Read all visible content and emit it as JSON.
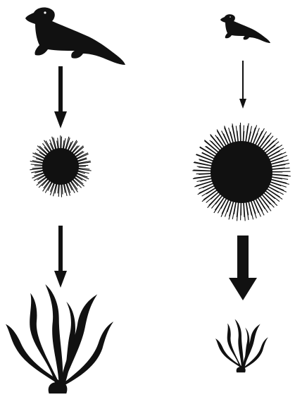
{
  "diagram": {
    "ink_color": "#111111",
    "background": "#ffffff",
    "chains": [
      {
        "side": "left",
        "levels": [
          {
            "organism": "sea-otter",
            "relative_size": "large"
          },
          {
            "organism": "sea-urchin",
            "relative_size": "small"
          },
          {
            "organism": "kelp",
            "relative_size": "large"
          }
        ],
        "arrows": [
          {
            "from": "sea-otter",
            "to": "sea-urchin",
            "weight": "medium"
          },
          {
            "from": "sea-urchin",
            "to": "kelp",
            "weight": "medium"
          }
        ]
      },
      {
        "side": "right",
        "levels": [
          {
            "organism": "sea-otter",
            "relative_size": "small"
          },
          {
            "organism": "sea-urchin",
            "relative_size": "large"
          },
          {
            "organism": "kelp",
            "relative_size": "small"
          }
        ],
        "arrows": [
          {
            "from": "sea-otter",
            "to": "sea-urchin",
            "weight": "thin"
          },
          {
            "from": "sea-urchin",
            "to": "kelp",
            "weight": "heavy"
          }
        ]
      }
    ]
  }
}
